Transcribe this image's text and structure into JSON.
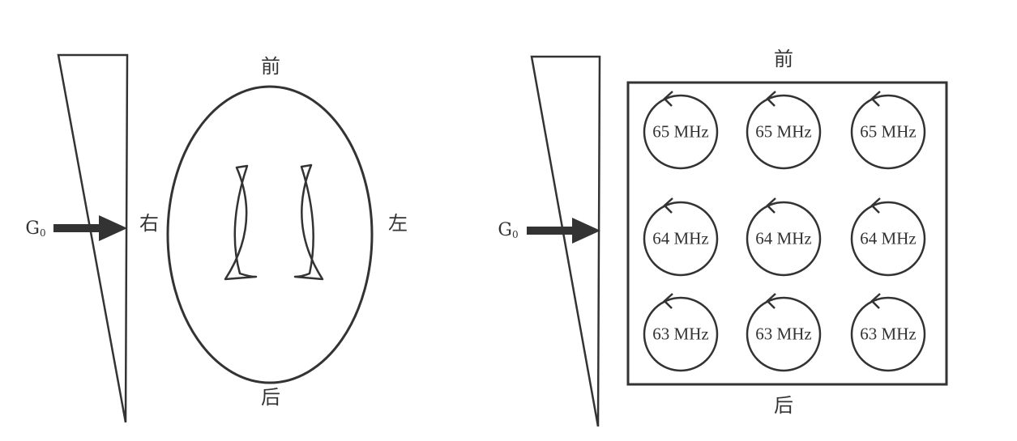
{
  "left_panel": {
    "gradient_label": "G",
    "gradient_subscript": "0",
    "front": "前",
    "back": "后",
    "right": "右",
    "left": "左"
  },
  "right_panel": {
    "gradient_label": "G",
    "gradient_subscript": "0",
    "front": "前",
    "back": "后",
    "frequency_grid": [
      [
        "65 MHz",
        "65 MHz",
        "65 MHz"
      ],
      [
        "64 MHz",
        "64 MHz",
        "64 MHz"
      ],
      [
        "63 MHz",
        "63 MHz",
        "63 MHz"
      ]
    ]
  },
  "colors": {
    "stroke": "#333333",
    "background": "#ffffff"
  }
}
